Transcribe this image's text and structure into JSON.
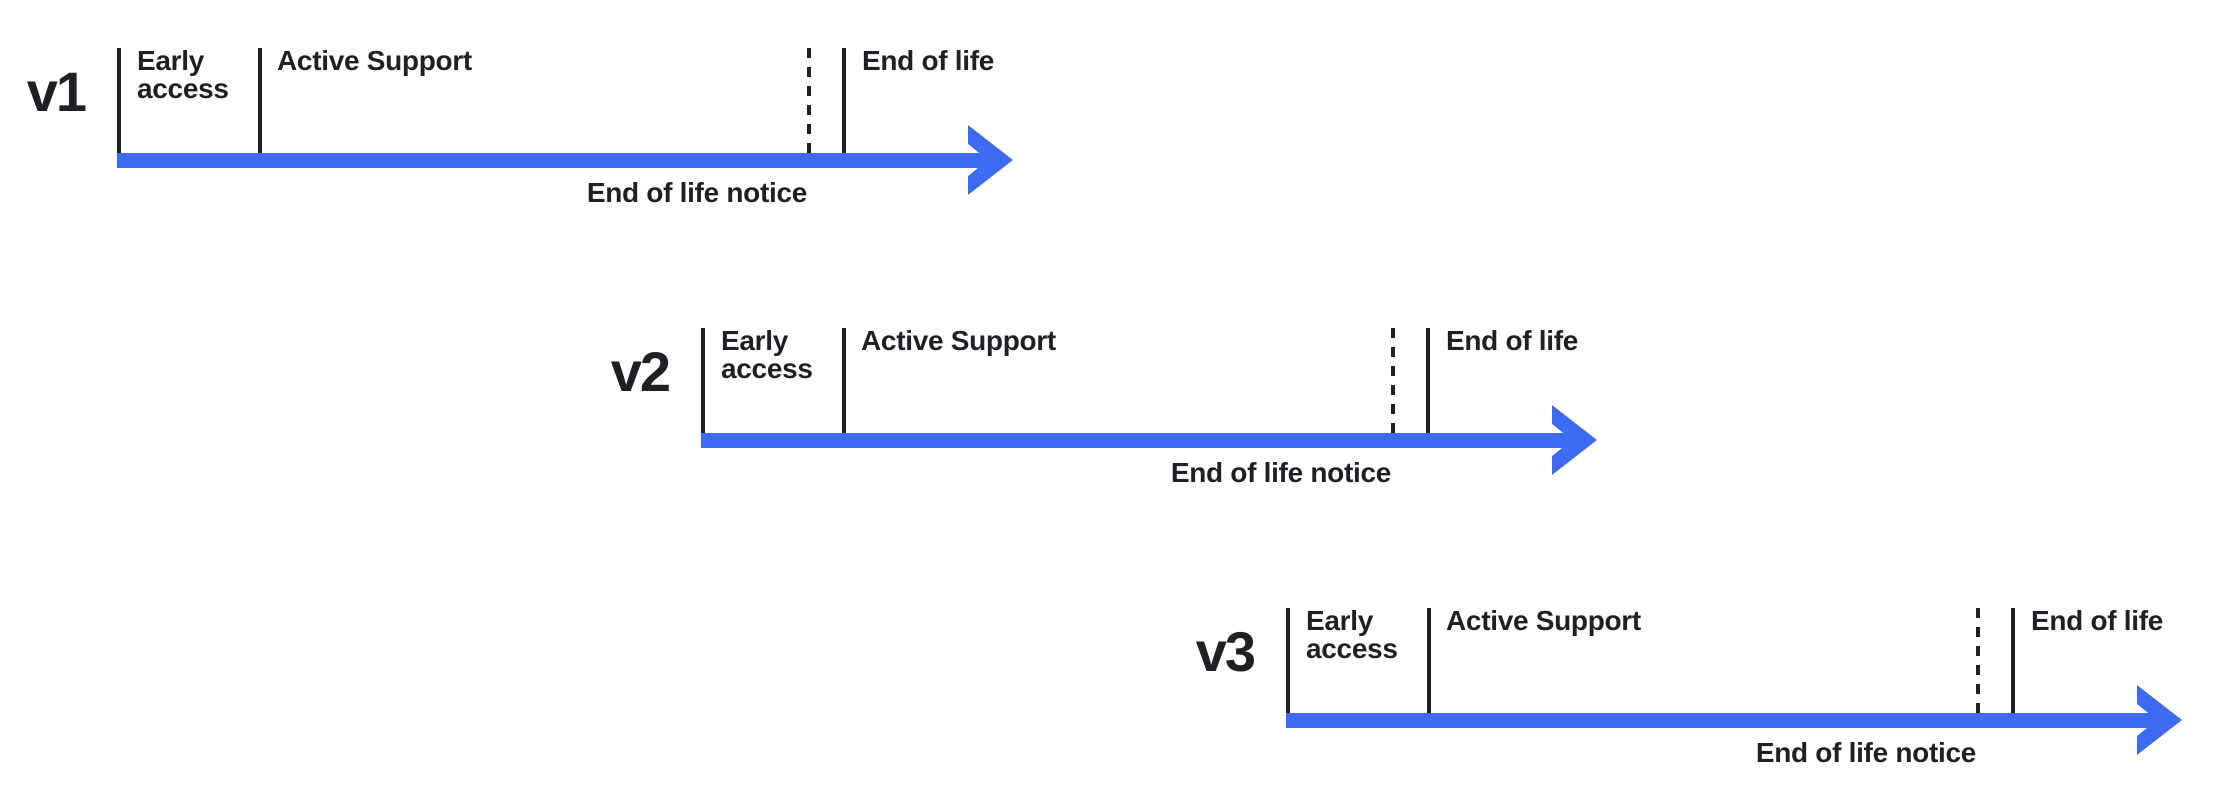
{
  "colors": {
    "accent": "#3D6BF3",
    "ink": "#1D2025",
    "background": "#FFFFFF"
  },
  "icons": {
    "arrow": "arrow-right-icon"
  },
  "timelines": [
    {
      "version": "v1",
      "phases": [
        "Early access",
        "Active Support",
        "End of life"
      ],
      "notice": "End of life notice"
    },
    {
      "version": "v2",
      "phases": [
        "Early access",
        "Active Support",
        "End of life"
      ],
      "notice": "End of life notice"
    },
    {
      "version": "v3",
      "phases": [
        "Early access",
        "Active Support",
        "End of life"
      ],
      "notice": "End of life notice"
    }
  ]
}
